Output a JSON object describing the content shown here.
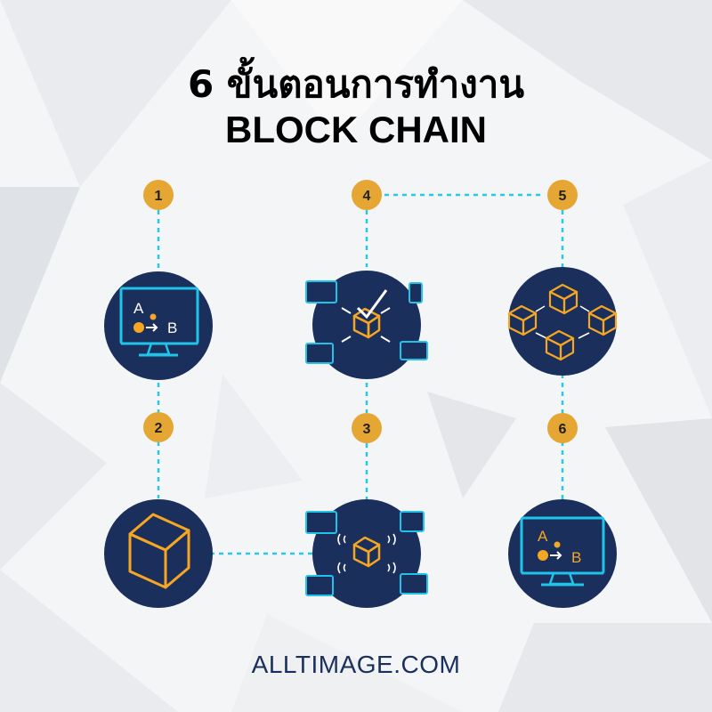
{
  "title": {
    "line1": "6 ขั้นตอนการทำงาน",
    "line2": "BLOCK CHAIN"
  },
  "steps": [
    {
      "number": "1",
      "icon": "monitor-transaction-icon",
      "from": "A",
      "to": "B"
    },
    {
      "number": "2",
      "icon": "block-cube-icon"
    },
    {
      "number": "3",
      "icon": "network-broadcast-icon"
    },
    {
      "number": "4",
      "icon": "validation-check-icon"
    },
    {
      "number": "5",
      "icon": "chain-of-blocks-icon"
    },
    {
      "number": "6",
      "icon": "monitor-transaction-icon",
      "from": "A",
      "to": "B"
    }
  ],
  "footer": {
    "text": "ALLTIMAGE.COM"
  },
  "colors": {
    "circle": "#1b2f5c",
    "badge": "#e5a633",
    "connector": "#27c7e6",
    "cyan_outline": "#22c3ea",
    "orange_outline": "#f5a623",
    "footer_text": "#1b2f5c"
  }
}
